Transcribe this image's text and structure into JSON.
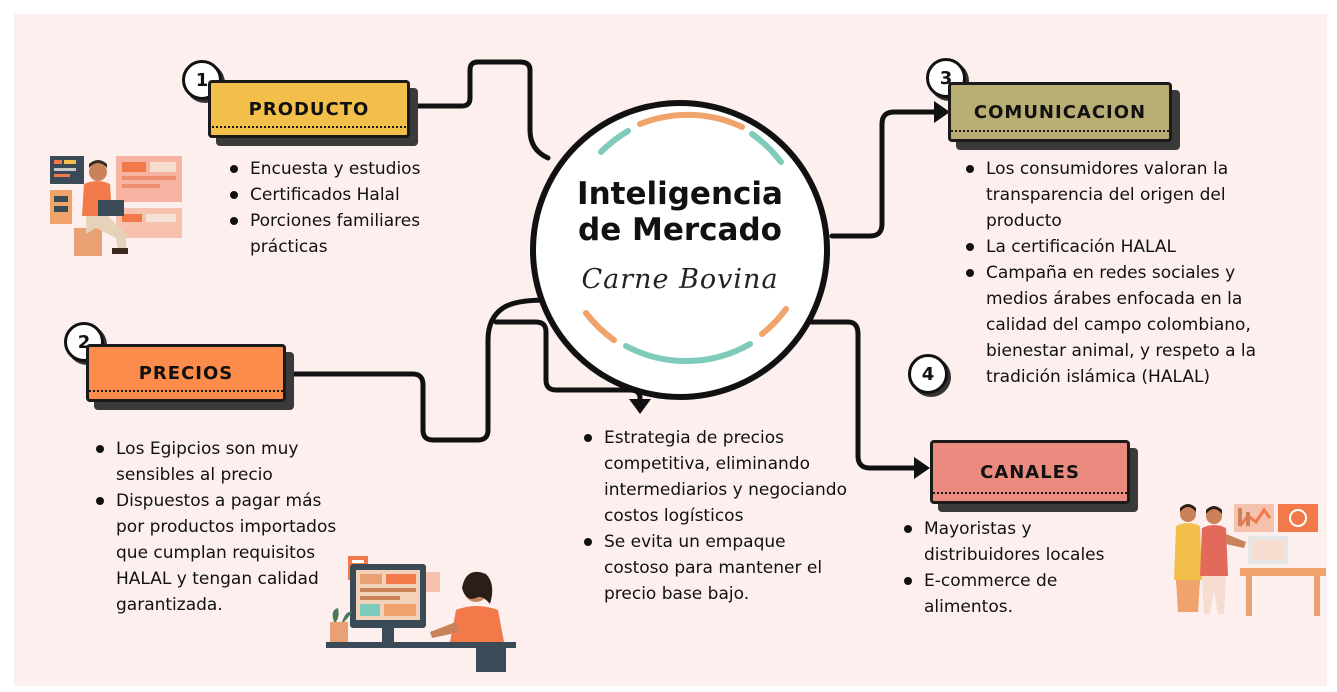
{
  "center": {
    "title_line1": "Inteligencia",
    "title_line2": "de Mercado",
    "subtitle": "Carne Bovina"
  },
  "colors": {
    "background": "#fcefee",
    "producto": "#f2c04a",
    "precios": "#fb8c4c",
    "comunicacion": "#b8ad72",
    "canales": "#eb8a7f",
    "arc_orange": "#f0a36a",
    "arc_teal": "#7ecbbb"
  },
  "sections": {
    "producto": {
      "number": "1",
      "label": "PRODUCTO",
      "bullets": [
        "Encuesta y estudios",
        "Certificados  Halal",
        "Porciones familiares prácticas"
      ]
    },
    "precios": {
      "number": "2",
      "label": "PRECIOS",
      "bullets": [
        "Los Egipcios son muy sensibles al precio",
        "Dispuestos a pagar más por productos importados que cumplan requisitos HALAL y tengan calidad garantizada."
      ]
    },
    "comunicacion": {
      "number": "3",
      "label": "COMUNICACION",
      "bullets": [
        "Los consumidores valoran la transparencia del origen del producto",
        "La certificación HALAL",
        "Campaña en redes sociales y medios árabes enfocada en la calidad del campo colombiano, bienestar animal, y respeto a la tradición islámica (HALAL)"
      ]
    },
    "canales": {
      "number": "4",
      "label": "CANALES",
      "bullets": [
        "Mayoristas y distribuidores locales",
        "E-commerce de alimentos."
      ]
    },
    "estrategia": {
      "bullets": [
        "Estrategia de precios competitiva, eliminando intermediarios y negociando costos logísticos",
        "Se evita un empaque costoso para mantener el precio base bajo."
      ]
    }
  },
  "icons": {
    "illustration_1": "person-laptop-illustration",
    "illustration_2": "person-computer-illustration",
    "illustration_3": "team-presentation-illustration"
  }
}
